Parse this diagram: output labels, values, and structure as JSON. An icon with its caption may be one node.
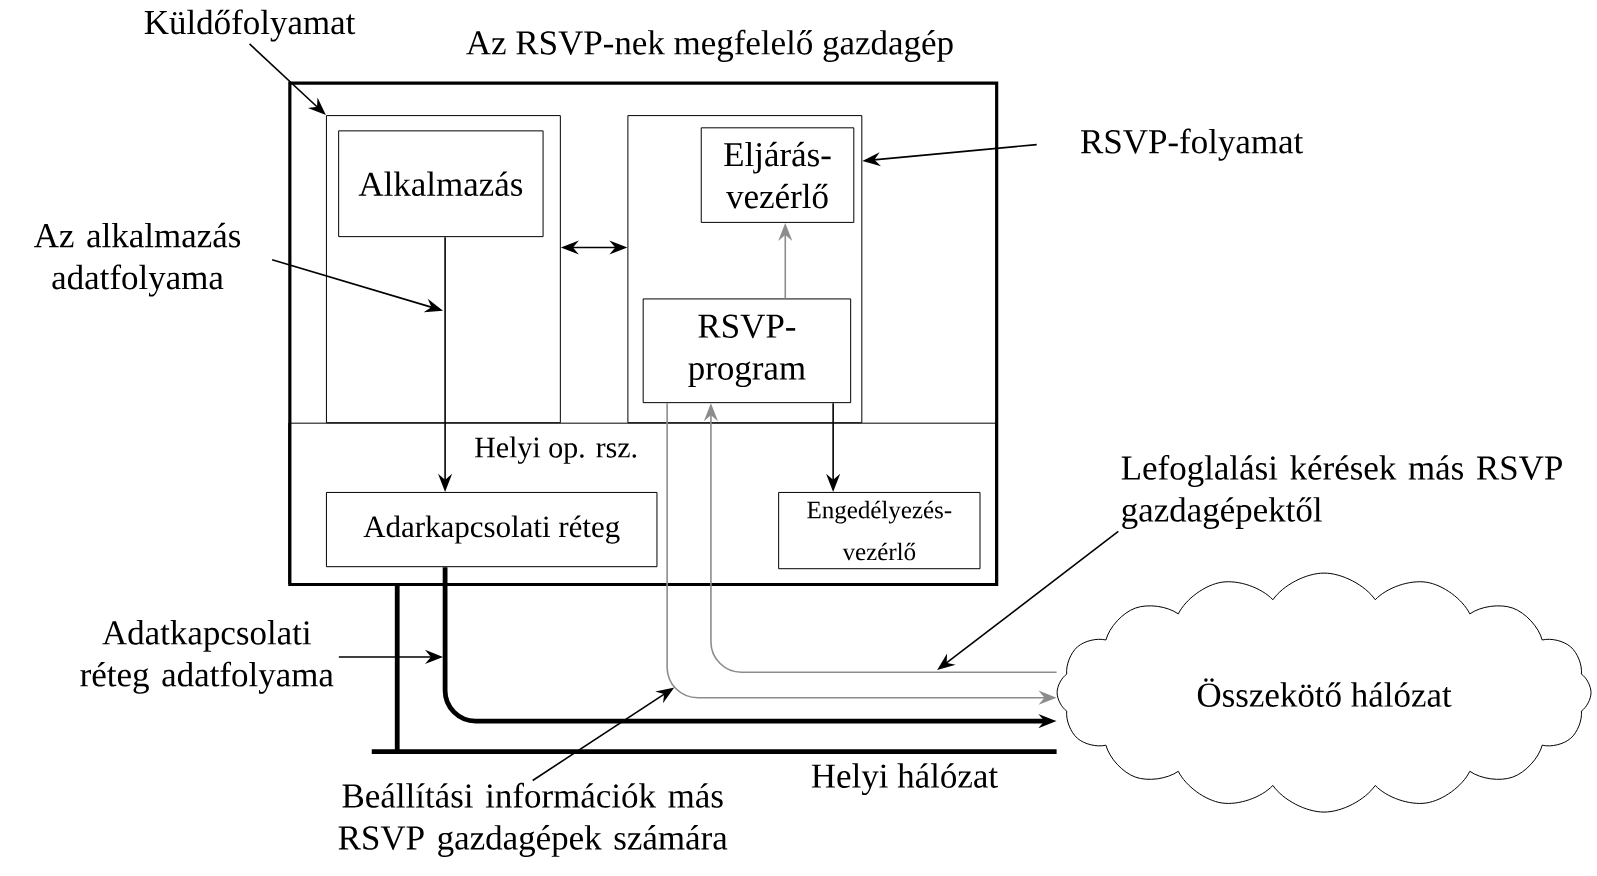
{
  "diagram": {
    "nodes": [
      {
        "text": [
          "Küldőfolyamat"
        ]
      },
      {
        "text": [
          "Az RSVP-nek megfelelő gazdagép"
        ]
      },
      {
        "text": [],
        "shape": "box",
        "in": 1
      },
      {
        "text": [
          "Alkalmazás"
        ],
        "in": 2
      },
      {
        "text": [],
        "shape": "box",
        "in": 1
      },
      {
        "text": [
          "Eljárás-vezérlő"
        ],
        "in": 4
      },
      {
        "text": [
          "RSVP-program"
        ],
        "in": 4
      },
      {
        "text": [
          "Helyi op. rsz."
        ],
        "in": 1
      },
      {
        "text": [
          "Adarkapcsolati réteg"
        ],
        "in": 7
      },
      {
        "text": [
          "Engedélyezés-vezérlő"
        ],
        "in": 7
      },
      {
        "text": [
          "RSVP-folyamat"
        ]
      },
      {
        "text": [
          "Az alkalmazás adatfolyama"
        ]
      },
      {
        "text": [
          "Adatkapcsolati réteg adatfolyama"
        ]
      },
      {
        "text": [
          "Lefoglalási kérések más RSVP gazdagépektől"
        ]
      },
      {
        "text": [
          "Összekötő hálózat"
        ]
      },
      {
        "text": [
          "Beállítási információk más RSVP gazdagépek számára"
        ]
      }
    ],
    "edges": [
      {
        "from": 0,
        "to": 2,
        "arrow": "to"
      },
      {
        "from": 10,
        "to": 4,
        "arrow": "to"
      },
      {
        "from": 2,
        "to": 4,
        "arrow": "both"
      },
      {
        "from": 6,
        "to": 5,
        "arrow": "to",
        "color": "#8c8c8c"
      },
      {
        "from": 3,
        "to": 8,
        "arrow": "to"
      },
      {
        "from": 6,
        "to": 9,
        "arrow": "to"
      },
      {
        "from": 14,
        "to": 6,
        "arrow": "to",
        "color": "#8c8c8c"
      },
      {
        "from": 6,
        "to": 14,
        "arrow": "to",
        "color": "#8c8c8c"
      },
      {
        "from": 8,
        "to": 14,
        "arrow": "to",
        "style": "thick"
      },
      {
        "from": 1,
        "to": 14,
        "arrow": "none",
        "style": "thick",
        "label": "Helyi hálózat"
      },
      {
        "from": 11,
        "to": null,
        "arrow": "to"
      },
      {
        "from": 12,
        "to": null,
        "arrow": "to"
      },
      {
        "from": 15,
        "to": null,
        "arrow": "to"
      },
      {
        "from": 13,
        "to": null,
        "arrow": "to"
      }
    ]
  }
}
